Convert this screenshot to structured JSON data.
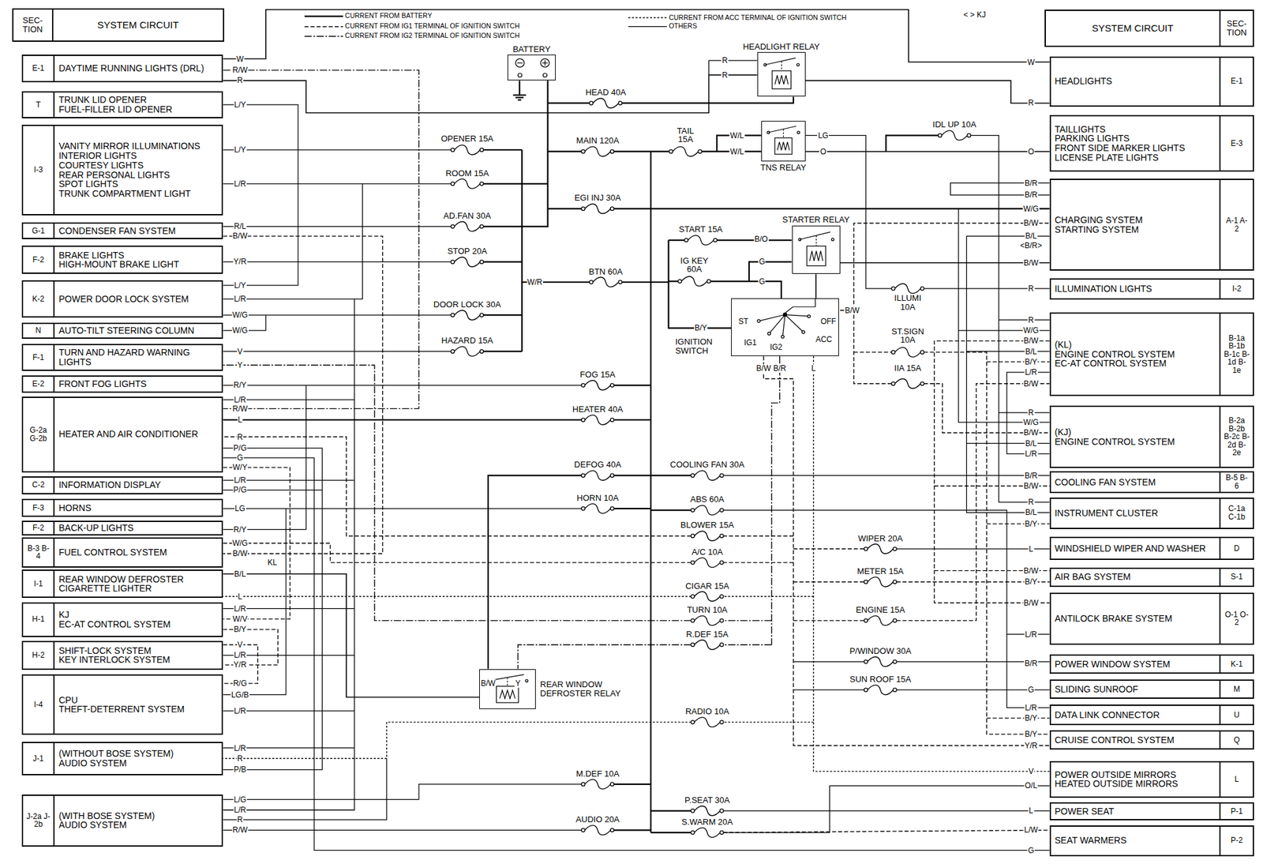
{
  "diagram": {
    "nodes": [
      {
        "text": [
          "SEC- TION",
          "SYSTEM CIRCUIT"
        ]
      },
      {
        "text": [
          "BATTERY"
        ]
      },
      {
        "text": [
          "HEADLIGHT RELAY"
        ]
      },
      {
        "text": [
          "SYSTEM CIRCUIT",
          "SEC- TION"
        ]
      },
      {
        "text": [
          "E-1",
          "DAYTIME RUNNING LIGHTS (DRL)"
        ]
      },
      {
        "text": [
          "T",
          "TRUNK LID OPENER",
          "FUEL-FILLER LID OPENER"
        ]
      },
      {
        "text": [
          "I-3",
          "VANITY MIRROR ILLUMINATIONS",
          "INTERIOR LIGHTS",
          "COURTESY LIGHTS",
          "REAR PERSONAL LIGHTS",
          "SPOT LIGHTS",
          "TRUNK COMPARTMENT LIGHT"
        ]
      },
      {
        "text": [
          "G-1",
          "CONDENSER FAN SYSTEM"
        ]
      },
      {
        "text": [
          "F-2",
          "BRAKE LIGHTS",
          "HIGH-MOUNT BRAKE LIGHT"
        ]
      },
      {
        "text": [
          "K-2",
          "POWER DOOR LOCK SYSTEM"
        ]
      },
      {
        "text": [
          "N",
          "AUTO-TILT STEERING COLUMN"
        ]
      },
      {
        "text": [
          "F-1",
          "TURN AND HAZARD WARNING LIGHTS"
        ]
      },
      {
        "text": [
          "E-2",
          "FRONT FOG LIGHTS"
        ]
      },
      {
        "text": [
          "G-2a G-2b",
          "HEATER AND AIR CONDITIONER"
        ]
      },
      {
        "text": [
          "C-2",
          "INFORMATION DISPLAY"
        ]
      },
      {
        "text": [
          "F-3",
          "HORNS"
        ]
      },
      {
        "text": [
          "F-2",
          "BACK-UP LIGHTS"
        ]
      },
      {
        "text": [
          "B-3 B-4",
          "FUEL CONTROL SYSTEM"
        ]
      },
      {
        "text": [
          "I-1",
          "REAR WINDOW DEFROSTER",
          "CIGARETTE LIGHTER"
        ]
      },
      {
        "text": [
          "H-1",
          "KJ",
          "EC-AT CONTROL SYSTEM"
        ]
      },
      {
        "text": [
          "H-2",
          "SHIFT-LOCK SYSTEM",
          "KEY INTERLOCK SYSTEM"
        ]
      },
      {
        "text": [
          "I-4",
          "CPU",
          "THEFT-DETERRENT SYSTEM"
        ]
      },
      {
        "text": [
          "J-1",
          "(WITHOUT BOSE SYSTEM)",
          "AUDIO SYSTEM"
        ]
      },
      {
        "text": [
          "J-2a J-2b",
          "(WITH BOSE SYSTEM)",
          "AUDIO SYSTEM"
        ]
      },
      {
        "text": [
          "HEADLIGHTS",
          "E-1"
        ]
      },
      {
        "text": [
          "TAILLIGHTS",
          "PARKING LIGHTS",
          "FRONT SIDE MARKER LIGHTS",
          "LICENSE PLATE LIGHTS",
          "E-3"
        ]
      },
      {
        "text": [
          "CHARGING SYSTEM",
          "STARTING SYSTEM",
          "A-1 A-2"
        ]
      },
      {
        "text": [
          "ILLUMINATION LIGHTS",
          "I-2"
        ]
      },
      {
        "text": [
          "(KL)",
          "ENGINE CONTROL SYSTEM",
          "EC-AT CONTROL SYSTEM",
          "B-1a B-1b B-1c B-1d B-1e"
        ]
      },
      {
        "text": [
          "(KJ)",
          "ENGINE CONTROL SYSTEM",
          "B-2a B-2b B-2c B-2d B-2e"
        ]
      },
      {
        "text": [
          "COOLING FAN SYSTEM",
          "B-5 B-6"
        ]
      },
      {
        "text": [
          "INSTRUMENT CLUSTER",
          "C-1a C-1b"
        ]
      },
      {
        "text": [
          "WINDSHIELD WIPER AND WASHER",
          "D"
        ]
      },
      {
        "text": [
          "AIR BAG SYSTEM",
          "S-1"
        ]
      },
      {
        "text": [
          "ANTILOCK BRAKE SYSTEM",
          "O-1 O-2"
        ]
      },
      {
        "text": [
          "POWER WINDOW SYSTEM",
          "K-1"
        ]
      },
      {
        "text": [
          "SLIDING SUNROOF",
          "M"
        ]
      },
      {
        "text": [
          "DATA LINK CONNECTOR",
          "U"
        ]
      },
      {
        "text": [
          "CRUISE CONTROL SYSTEM",
          "Q"
        ]
      },
      {
        "text": [
          "POWER OUTSIDE MIRRORS",
          "HEATED OUTSIDE MIRRORS",
          "L"
        ]
      },
      {
        "text": [
          "POWER SEAT",
          "P-1"
        ]
      },
      {
        "text": [
          "SEAT WARMERS",
          "P-2"
        ]
      },
      {
        "text": [
          "TNS RELAY"
        ]
      },
      {
        "text": [
          "STARTER RELAY"
        ]
      },
      {
        "text": [
          "IGNITION SWITCH",
          "ST",
          "OFF",
          "IG1",
          "IG2",
          "ACC"
        ]
      },
      {
        "text": [
          "REAR WINDOW DEFROSTER RELAY"
        ]
      }
    ],
    "edges": [
      {
        "from": 4,
        "to": 24,
        "arrow": "none"
      },
      {
        "from": 4,
        "to": 2,
        "arrow": "none"
      },
      {
        "from": 2,
        "to": 24,
        "arrow": "none"
      },
      {
        "from": 42,
        "to": 25,
        "arrow": "none"
      },
      {
        "from": 44,
        "to": 43,
        "arrow": "none"
      },
      {
        "from": 43,
        "to": 26,
        "arrow": "none"
      },
      {
        "from": 45,
        "to": 18,
        "arrow": "none"
      }
    ],
    "labels": [
      "< > KJ",
      "HEAD 40A",
      "OPENER 15A",
      "MAIN 120A",
      "TAIL 15A",
      "IDL UP 10A",
      "ROOM 15A",
      "EGI INJ 30A",
      "AD.FAN 30A",
      "START 15A",
      "STOP 20A",
      "IG KEY 60A",
      "BTN 60A",
      "DOOR LOCK 30A",
      "ILLUMI 10A",
      "ST.SIGN 10A",
      "HAZARD 15A",
      "IIA 15A",
      "FOG 15A",
      "HEATER 40A",
      "DEFOG 40A",
      "COOLING FAN 30A",
      "HORN 10A",
      "ABS 60A",
      "BLOWER 15A",
      "WIPER 20A",
      "A/C 10A",
      "METER 15A",
      "CIGAR 15A",
      "TURN 10A",
      "ENGINE 15A",
      "R.DEF 15A",
      "P/WINDOW 30A",
      "SUN ROOF 15A",
      "RADIO 10A",
      "M.DEF 10A",
      "P.SEAT 30A",
      "AUDIO 20A",
      "S.WARM 20A",
      "R",
      "R",
      "W/L",
      "W/L",
      "LG",
      "O",
      "B/O",
      "G",
      "G",
      "W/R",
      "B/Y",
      "B/W",
      "B/W",
      "B/R",
      "L",
      "B/W",
      "Y",
      "KL",
      "W",
      "R/W",
      "R",
      "L/Y",
      "L/Y",
      "L/R",
      "R/L",
      "B/W",
      "Y/R",
      "L/Y",
      "L/R",
      "W/G",
      "W/G",
      "V",
      "Y",
      "R/Y",
      "L/R",
      "R/W",
      "L",
      "R",
      "P/G",
      "G",
      "W/Y",
      "L/R",
      "P/G",
      "LG",
      "R/Y",
      "W/G",
      "B/W",
      "B/L",
      "L",
      "L/R",
      "W/V",
      "B/Y",
      "V",
      "L/R",
      "Y/R",
      "R/G",
      "LG/B",
      "L/R",
      "L/R",
      "R",
      "P/B",
      "L/G",
      "L/R",
      "R",
      "R/W",
      "W",
      "R",
      "O",
      "B/R",
      "B/R",
      "W/G",
      "B/W",
      "B/L",
      "<B/R>",
      "B/W",
      "R",
      "R",
      "W/G",
      "B/W",
      "B/L",
      "B/Y",
      "L/R",
      "B/W",
      "R",
      "W/G",
      "B/W",
      "B/L",
      "L/R",
      "B/R",
      "B/W",
      "R",
      "B/L",
      "B/Y",
      "L",
      "B/W",
      "B/Y",
      "B/W",
      "L/R",
      "B/R",
      "G",
      "L/R",
      "B/Y",
      "B/Y",
      "Y/R",
      "V",
      "O/L",
      "L",
      "L/W",
      "G"
    ],
    "legend": [
      {
        "text": "CURRENT FROM BATTERY"
      },
      {
        "text": "CURRENT FROM IG1 TERMINAL OF IGNITION SWITCH"
      },
      {
        "text": "CURRENT FROM IG2 TERMINAL OF IGNITION SWITCH"
      },
      {
        "text": "CURRENT FROM ACC TERMINAL OF IGNITION SWITCH"
      },
      {
        "text": "OTHERS"
      }
    ]
  }
}
